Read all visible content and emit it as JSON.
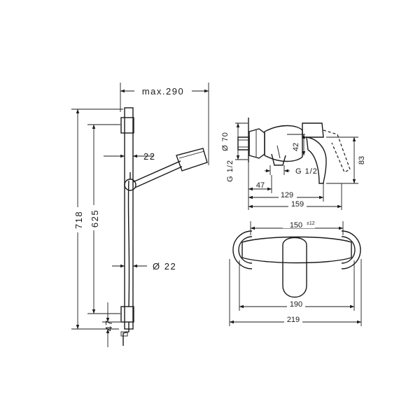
{
  "diagram": {
    "left_view": {
      "width_max": "max.290",
      "rail_offset": "22",
      "total_height": "718",
      "rail_height": "625",
      "bottom_offset": "47",
      "rail_diameter": "Ø 22"
    },
    "side_view": {
      "rosette_diameter": "Ø 70",
      "thread_left": "G 1/2",
      "thread_right": "G 1/2",
      "height_42": "42",
      "height_83": "83",
      "depth_47": "47",
      "depth_129": "129",
      "depth_159": "159"
    },
    "top_view": {
      "centers": "150",
      "centers_tolerance": "±12",
      "width_190": "190",
      "width_219": "219"
    }
  }
}
